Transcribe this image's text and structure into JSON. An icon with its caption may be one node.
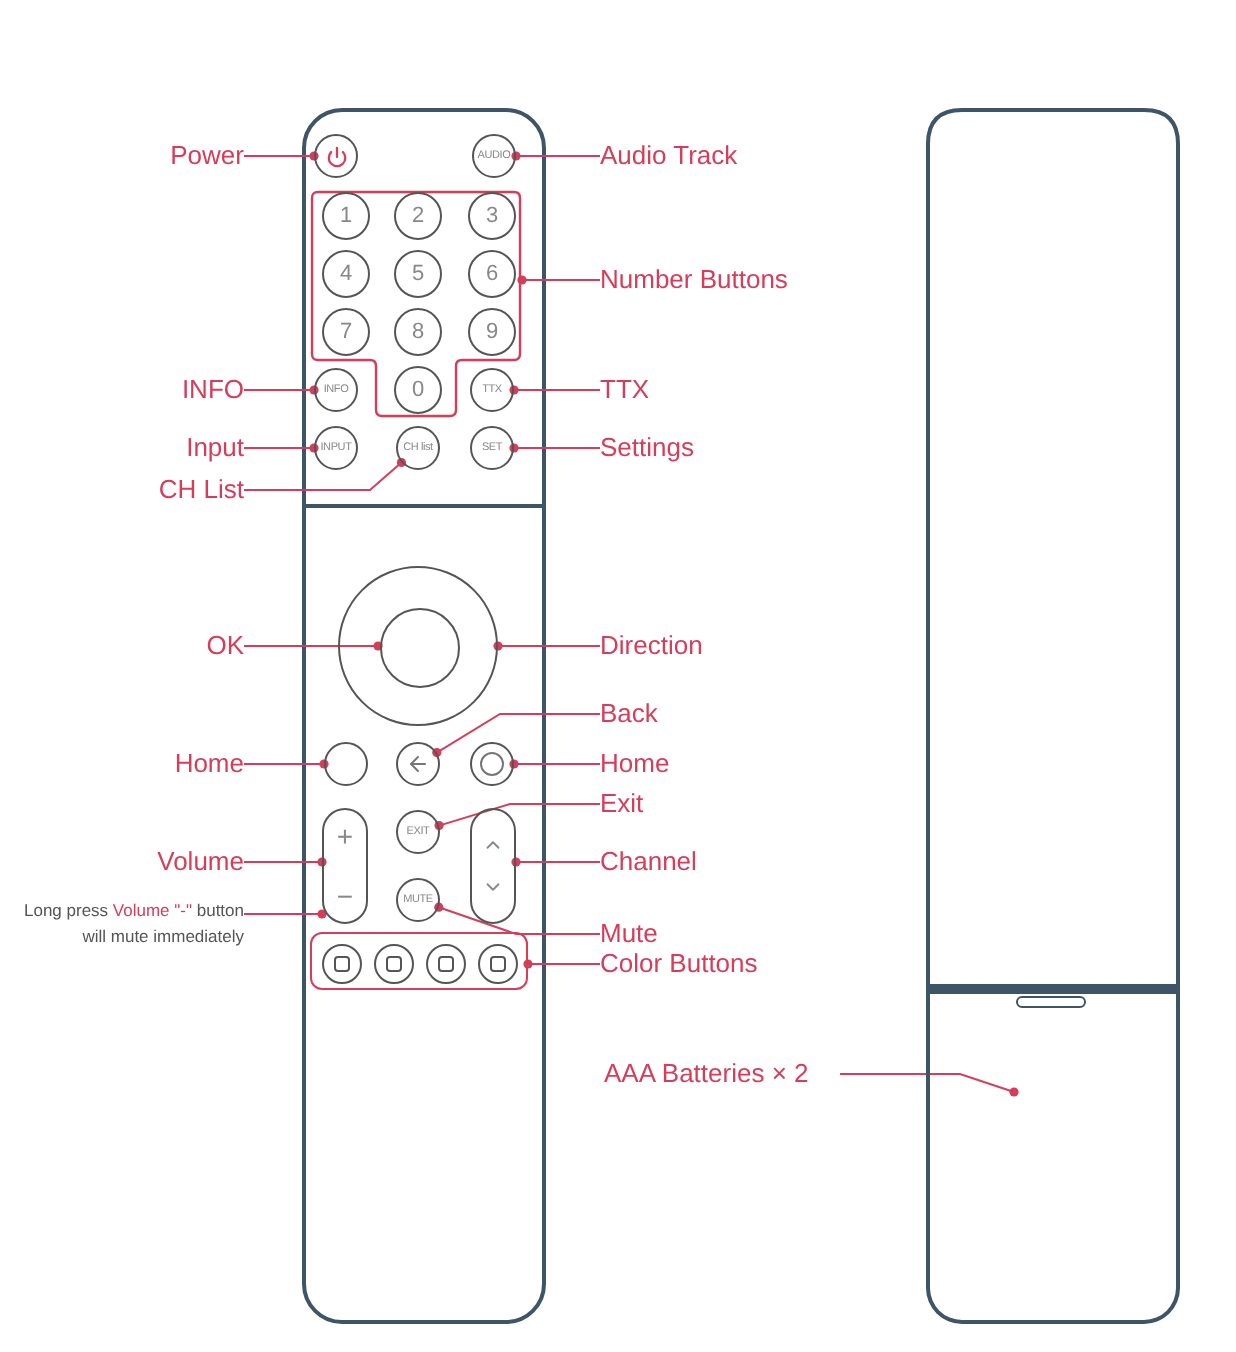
{
  "diagram": {
    "nodes": [
      {
        "text": [
          "Power"
        ]
      },
      {
        "text": [],
        "shape": "circle"
      },
      {
        "text": [
          "AUDIO"
        ]
      },
      {
        "text": [
          "Audio Track"
        ]
      },
      {
        "text": [],
        "shape": "box"
      },
      {
        "text": [
          "1"
        ],
        "in": 4
      },
      {
        "text": [
          "2"
        ],
        "in": 4
      },
      {
        "text": [
          "3"
        ],
        "in": 4
      },
      {
        "text": [
          "4"
        ],
        "in": 4
      },
      {
        "text": [
          "5"
        ],
        "in": 4
      },
      {
        "text": [
          "6"
        ],
        "in": 4
      },
      {
        "text": [
          "7"
        ],
        "in": 4
      },
      {
        "text": [
          "8"
        ],
        "in": 4
      },
      {
        "text": [
          "9"
        ],
        "in": 4
      },
      {
        "text": [
          "0"
        ],
        "in": 4
      },
      {
        "text": [
          "Number Buttons"
        ]
      },
      {
        "text": [
          "INFO"
        ]
      },
      {
        "text": [
          "INFO"
        ]
      },
      {
        "text": [
          "TTX"
        ]
      },
      {
        "text": [
          "TTX"
        ]
      },
      {
        "text": [
          "Input"
        ]
      },
      {
        "text": [
          "INPUT"
        ]
      },
      {
        "text": [
          "CH list"
        ]
      },
      {
        "text": [
          "SET"
        ]
      },
      {
        "text": [
          "Settings"
        ]
      },
      {
        "text": [
          "CH List"
        ]
      },
      {
        "text": [
          "OK"
        ]
      },
      {
        "text": [],
        "shape": "circle"
      },
      {
        "text": [],
        "shape": "circle",
        "in": 27
      },
      {
        "text": [
          "Direction"
        ]
      },
      {
        "text": [
          "Back"
        ]
      },
      {
        "text": [
          "Home"
        ]
      },
      {
        "text": [],
        "shape": "circle"
      },
      {
        "text": [],
        "shape": "circle"
      },
      {
        "text": [],
        "shape": "circle"
      },
      {
        "text": [
          "Home"
        ]
      },
      {
        "text": [
          "Exit"
        ]
      },
      {
        "text": [
          "Volume"
        ]
      },
      {
        "text": [
          "+",
          "−"
        ]
      },
      {
        "text": [
          "EXIT"
        ]
      },
      {
        "text": [],
        "shape": "box"
      },
      {
        "text": [
          "Channel"
        ]
      },
      {
        "text": [
          "Long press **Volume \"-\"** button will mute immediately"
        ]
      },
      {
        "text": [
          "MUTE"
        ]
      },
      {
        "text": [
          "Mute"
        ]
      },
      {
        "text": [],
        "shape": "box"
      },
      {
        "text": [],
        "shape": "circle",
        "in": 45
      },
      {
        "text": [],
        "shape": "circle",
        "in": 45
      },
      {
        "text": [],
        "shape": "circle",
        "in": 45
      },
      {
        "text": [],
        "shape": "circle",
        "in": 45
      },
      {
        "text": [
          "Color Buttons"
        ]
      },
      {
        "text": [
          "AAA Batteries × 2"
        ]
      },
      {
        "text": [],
        "shape": "box"
      }
    ],
    "edges": [
      {
        "from": 0,
        "to": 1,
        "arrow": "other"
      },
      {
        "from": 3,
        "to": 2,
        "arrow": "other"
      },
      {
        "from": 15,
        "to": 4,
        "arrow": "other"
      },
      {
        "from": 16,
        "to": 17,
        "arrow": "other"
      },
      {
        "from": 19,
        "to": 18,
        "arrow": "other"
      },
      {
        "from": 20,
        "to": 21,
        "arrow": "other"
      },
      {
        "from": 24,
        "to": 23,
        "arrow": "other"
      },
      {
        "from": 25,
        "to": 22,
        "arrow": "other"
      },
      {
        "from": 26,
        "to": 28,
        "arrow": "other"
      },
      {
        "from": 29,
        "to": 27,
        "arrow": "other"
      },
      {
        "from": 30,
        "to": 33,
        "arrow": "other"
      },
      {
        "from": 31,
        "to": 32,
        "arrow": "other"
      },
      {
        "from": 35,
        "to": 34,
        "arrow": "other"
      },
      {
        "from": 36,
        "to": 39,
        "arrow": "other"
      },
      {
        "from": 37,
        "to": 38,
        "arrow": "other"
      },
      {
        "from": 42,
        "to": 38,
        "arrow": "other"
      },
      {
        "from": 41,
        "to": 40,
        "arrow": "other"
      },
      {
        "from": 44,
        "to": 43,
        "arrow": "other"
      },
      {
        "from": 50,
        "to": 45,
        "arrow": "other"
      },
      {
        "from": 51,
        "to": 52,
        "arrow": "other"
      }
    ]
  }
}
